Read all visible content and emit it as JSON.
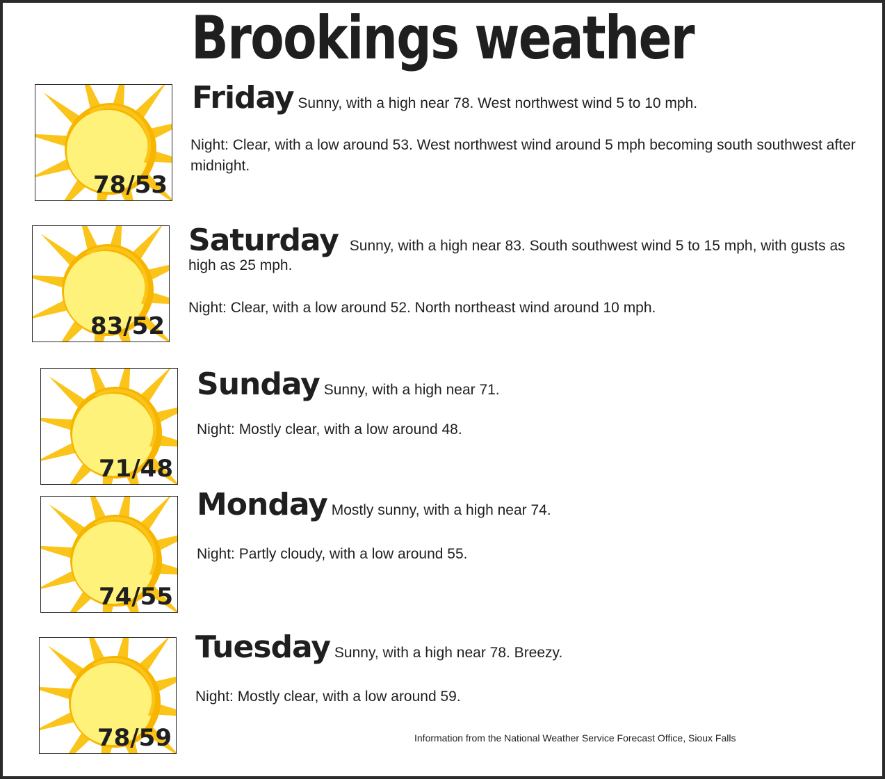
{
  "title": "Brookings weather",
  "days": [
    {
      "name": "Friday",
      "day_text": "Sunny, with a high near 78. West northwest wind 5 to 10 mph.",
      "night_text": "Night: Clear, with a low around 53. West northwest wind around 5 mph becoming south southwest after midnight.",
      "temps": "78/53",
      "icon": "sun-icon"
    },
    {
      "name": "Saturday",
      "day_text": "Sunny, with a high near 83. South southwest wind 5 to 15 mph, with gusts as high as 25 mph.",
      "night_text": "Night: Clear, with a low around 52. North northeast wind around 10 mph.",
      "temps": "83/52",
      "icon": "sun-icon"
    },
    {
      "name": "Sunday",
      "day_text": "Sunny, with a high near 71.",
      "night_text": "Night: Mostly clear, with a low around 48.",
      "temps": "71/48",
      "icon": "sun-icon"
    },
    {
      "name": "Monday",
      "day_text": "Mostly sunny, with a high near 74.",
      "night_text": "Night: Partly cloudy, with a low around 55.",
      "temps": "74/55",
      "icon": "sun-icon"
    },
    {
      "name": "Tuesday",
      "day_text": "Sunny, with a high near 78. Breezy.",
      "night_text": "Night: Mostly clear, with a low around 59.",
      "temps": "78/59",
      "icon": "sun-icon"
    }
  ],
  "credit": "Information from the National Weather Service Forecast Office, Sioux Falls",
  "colors": {
    "sun_outer": "#fbc41a",
    "sun_inner": "#fff27a",
    "sun_rim": "#f7b500",
    "border": "#2b2b2b"
  }
}
